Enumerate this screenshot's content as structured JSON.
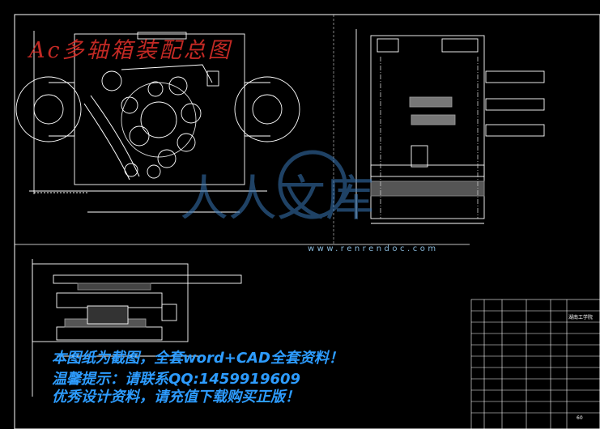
{
  "drawing": {
    "title": "Ac多轴箱装配总图",
    "scale_text": "60",
    "title_block_name": "湖南工学院"
  },
  "watermark": {
    "logo_text": "人人文库",
    "site": "www.renrendoc.com"
  },
  "promo": {
    "line1": "本图纸为截图，全套word+CAD全套资料！",
    "line2": "温馨提示：请联系QQ:1459919609",
    "line3": "优秀设计资料，请充值下载购买正版！"
  },
  "colors": {
    "background": "#000000",
    "drawing_line": "#ffffff",
    "accent_red": "#e4312b",
    "promo_blue": "#2d9cff",
    "watermark_blue": "#3a78b8"
  }
}
